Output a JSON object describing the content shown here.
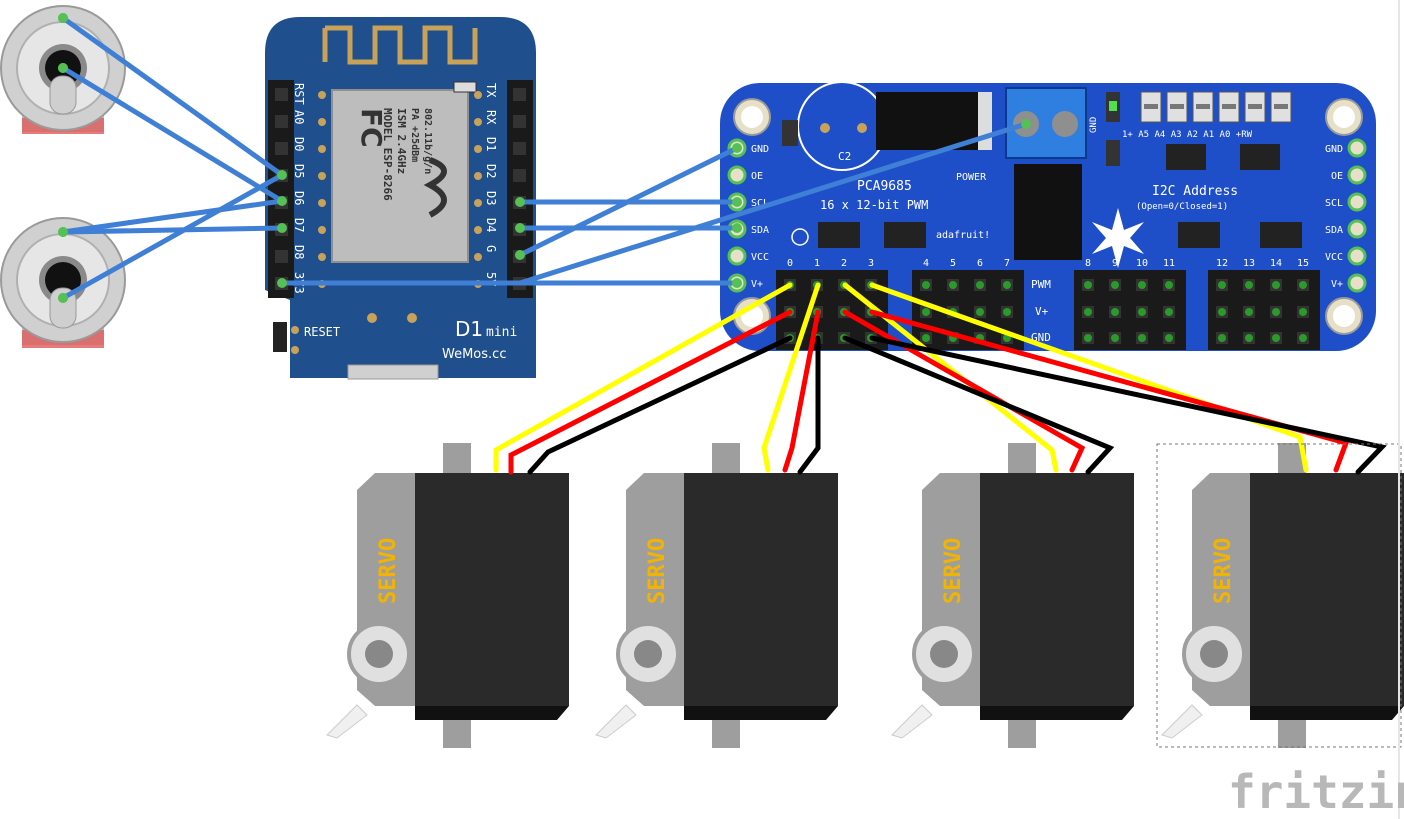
{
  "wemos": {
    "left_pins": [
      "RST",
      "A0",
      "D0",
      "D5",
      "D6",
      "D7",
      "D8",
      "3V3"
    ],
    "right_pins": [
      "TX",
      "RX",
      "D1",
      "D2",
      "D3",
      "D4",
      "G",
      "5V"
    ],
    "module_lines": [
      "MODEL ESP-8266",
      "ISM 2.4GHz",
      "PA +25dBm",
      "802.11b/g/n"
    ],
    "fc_mark": "FC",
    "reset_label": "RESET",
    "board_name": "D1",
    "board_suffix": "mini",
    "brand": "WeMos.cc"
  },
  "pca": {
    "left_pins": [
      "GND",
      "OE",
      "SCL",
      "SDA",
      "VCC",
      "V+"
    ],
    "right_pins": [
      "GND",
      "OE",
      "SCL",
      "SDA",
      "VCC",
      "V+"
    ],
    "chip": "PCA9685",
    "desc": "16 x 12-bit PWM",
    "cap": "C2",
    "power": "POWER",
    "addr_title": "I2C Address",
    "addr_sub": "(Open=0/Closed=1)",
    "addr_labels": "1+ A5  A4  A3  A2  A1  A0 +RW",
    "gnd_vert": "GND",
    "brand": "adafruit!",
    "channels": [
      "0",
      "1",
      "2",
      "3",
      "4",
      "5",
      "6",
      "7",
      "8",
      "9",
      "10",
      "11",
      "12",
      "13",
      "14",
      "15"
    ],
    "rows": [
      "PWM",
      "V+",
      "GND"
    ]
  },
  "servo_label": "SERVO",
  "servo_count": 4,
  "watermark": "fritzing",
  "colors": {
    "board_blue": "#1f4f8c",
    "pca_blue": "#1f4fc8",
    "wire_blue": "#3f7fd6",
    "signal": "#ffff00",
    "power": "#ff0000",
    "ground": "#000000",
    "servo_body": "#2a2a2a",
    "servo_label": "#f2b400"
  }
}
